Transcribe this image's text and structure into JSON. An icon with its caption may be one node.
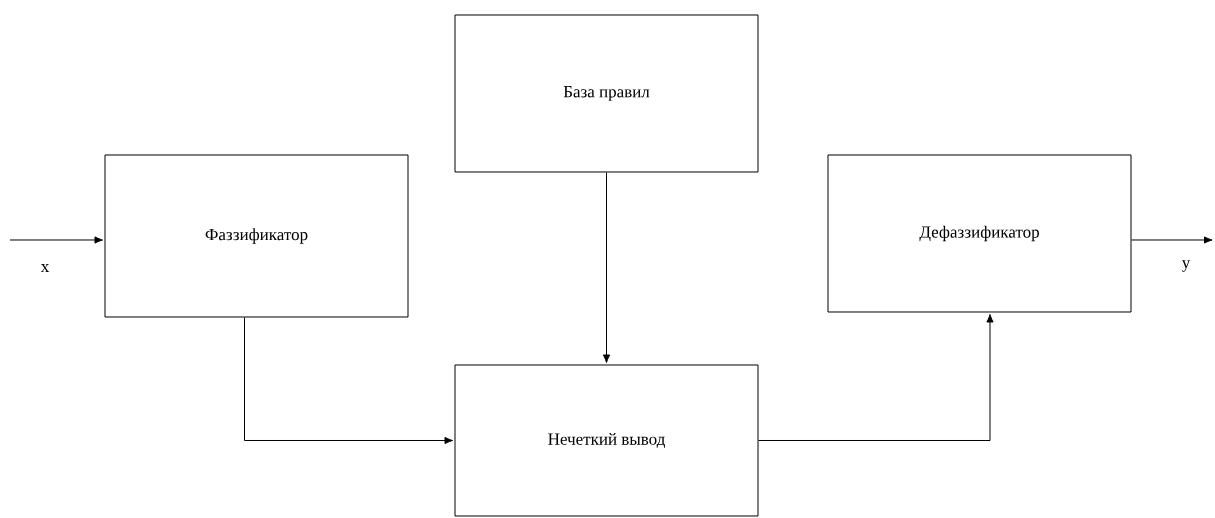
{
  "diagram": {
    "nodes": [
      {
        "text": [
          "Фаззификатор"
        ]
      },
      {
        "text": [
          "База правил"
        ]
      },
      {
        "text": [
          "Нечеткий вывод"
        ]
      },
      {
        "text": [
          "Дефаззификатор"
        ]
      }
    ],
    "edges": [
      {
        "from": null,
        "to": 0,
        "arrow": "to",
        "label": "x"
      },
      {
        "from": 1,
        "to": 2,
        "arrow": "to"
      },
      {
        "from": 0,
        "to": 2,
        "arrow": "to"
      },
      {
        "from": 2,
        "to": 3,
        "arrow": "to"
      },
      {
        "from": 3,
        "to": null,
        "arrow": "to",
        "label": "y"
      }
    ]
  }
}
